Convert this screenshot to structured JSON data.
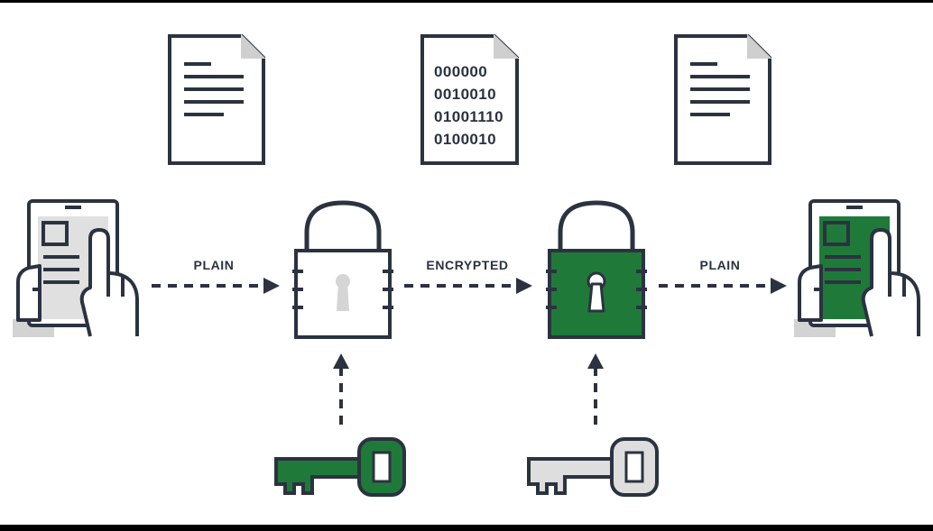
{
  "labels": {
    "plain_left": "PLAIN",
    "encrypted": "ENCRYPTED",
    "plain_right": "PLAIN"
  },
  "encrypted_document": {
    "lines": [
      "000000",
      "0010010",
      "01001110",
      "0100010"
    ]
  },
  "icons": {
    "sender_tablet": "tablet-hand-icon",
    "plain_document": "document-icon",
    "encrypted_document": "binary-document-icon",
    "decrypted_document": "document-icon",
    "encrypt_lock": "padlock-icon",
    "decrypt_lock": "padlock-icon",
    "encrypt_key": "key-icon",
    "decrypt_key": "key-icon",
    "receiver_tablet": "tablet-hand-icon"
  },
  "colors": {
    "outline": "#2b3240",
    "green": "#1f7a3a",
    "light_gray": "#dcdcdc",
    "background": "#ffffff"
  }
}
